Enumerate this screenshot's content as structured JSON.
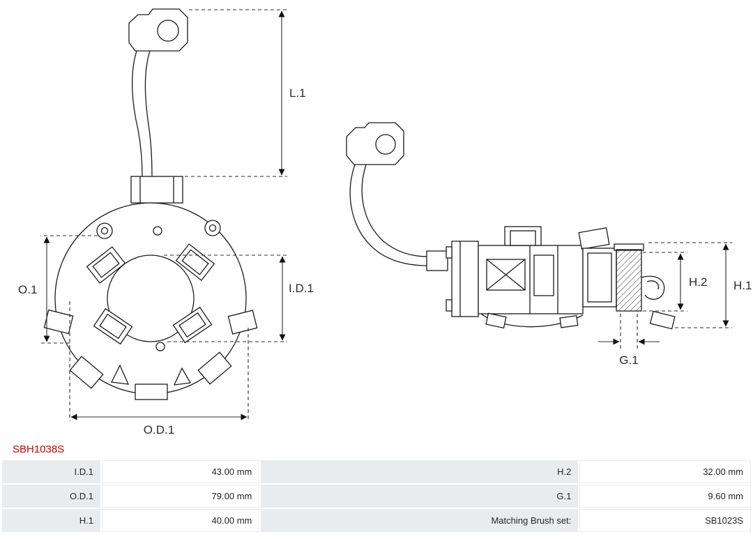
{
  "part_number": "SBH1038S",
  "colors": {
    "part_number_red": "#cc0000",
    "table_label_bg": "#e9ecef",
    "table_text": "#212529",
    "drawing_line": "#1a1a1a"
  },
  "drawing": {
    "description": "Starter brush holder technical drawing, front view (left) and side view (right), with dimension callouts",
    "labels": {
      "l1": "L.1",
      "o1": "O.1",
      "id1": "I.D.1",
      "od1": "O.D.1",
      "h2": "H.2",
      "h1": "H.1",
      "g1": "G.1"
    }
  },
  "spec_table": {
    "rows": [
      {
        "left_label": "I.D.1",
        "left_value": "43.00 mm",
        "right_label": "H.2",
        "right_value": "32.00 mm"
      },
      {
        "left_label": "O.D.1",
        "left_value": "79.00 mm",
        "right_label": "G.1",
        "right_value": "9.60 mm"
      },
      {
        "left_label": "H.1",
        "left_value": "40.00 mm",
        "right_label": "Matching Brush set:",
        "right_value": "SB1023S"
      }
    ]
  }
}
